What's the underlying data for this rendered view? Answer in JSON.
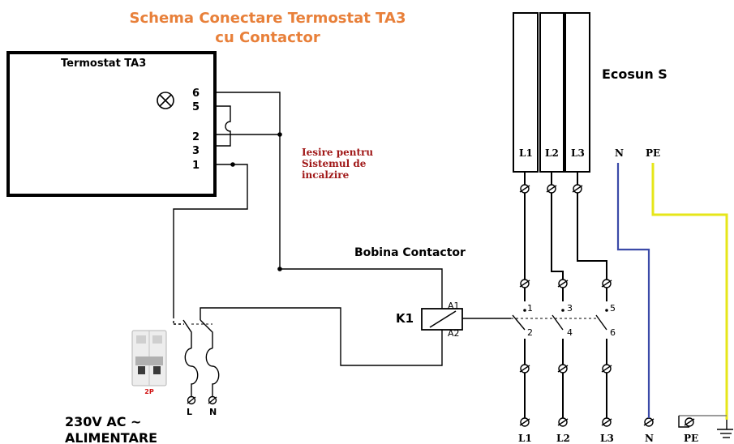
{
  "title": {
    "line1": "Schema Conectare Termostat  TA3",
    "line2": "cu Contactor",
    "color": "#e8803a"
  },
  "thermostat": {
    "label": "Termostat TA3",
    "terminals": [
      "6",
      "5",
      "2",
      "3",
      "1"
    ]
  },
  "heater": {
    "label": "Ecosun S",
    "phases": [
      "L1",
      "L2",
      "L3"
    ],
    "n_label": "N",
    "pe_label": "PE"
  },
  "note": {
    "line1": "Iesire pentru",
    "line2": "Sistemul de",
    "line3": "incalzire",
    "color": "#a01818"
  },
  "contactor": {
    "label": "Bobina Contactor",
    "coil_name": "K1",
    "a1": "A1",
    "a2": "A2",
    "contacts_top": [
      "1",
      "3",
      "5"
    ],
    "contacts_bottom": [
      "2",
      "4",
      "6"
    ]
  },
  "breaker": {
    "badge": "2P",
    "terminals": [
      "L",
      "N"
    ]
  },
  "supply": {
    "line1": "230V AC ~",
    "line2": "ALIMENTARE",
    "terminals": [
      "L1",
      "L2",
      "L3",
      "N",
      "PE"
    ]
  },
  "colors": {
    "neutral": "#3b4aa8",
    "earth": "#e6e619",
    "pe_wire": "#7a7a7a",
    "badge": "#d01010"
  }
}
